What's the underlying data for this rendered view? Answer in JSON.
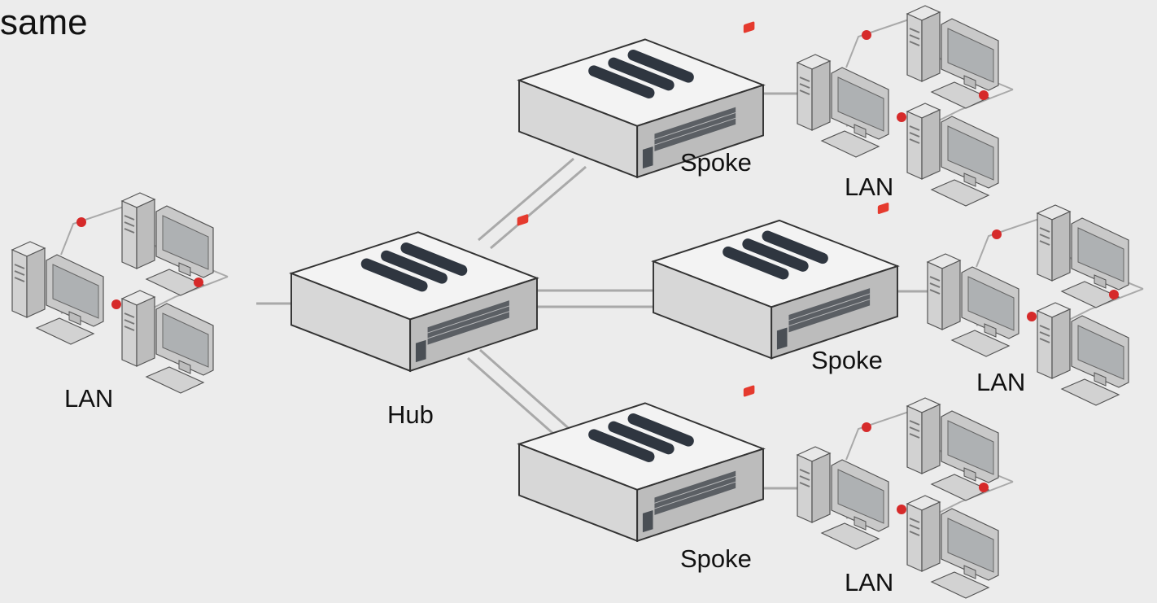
{
  "heading": "same",
  "colors": {
    "background": "#ececec",
    "device_top": "#f3f3f3",
    "device_front": "#d7d7d7",
    "device_side": "#bcbcbc",
    "device_stripe": "#2f3640",
    "port_grid": "#4a4f55",
    "logo_red": "#e53a2e",
    "link_gray": "#a9a9a9",
    "lan_dot": "#d62a2a",
    "pc_body": "#d2d2d2",
    "pc_screen": "#aeb1b3"
  },
  "nodes": {
    "hub": {
      "label": "Hub",
      "icon": "hub-firewall-icon"
    },
    "spokes": [
      {
        "label": "Spoke",
        "icon": "spoke-firewall-icon"
      },
      {
        "label": "Spoke",
        "icon": "spoke-firewall-icon"
      },
      {
        "label": "Spoke",
        "icon": "spoke-firewall-icon"
      }
    ],
    "lans": [
      {
        "label": "LAN",
        "icon": "lan-computers-icon"
      },
      {
        "label": "LAN",
        "icon": "lan-computers-icon"
      },
      {
        "label": "LAN",
        "icon": "lan-computers-icon"
      },
      {
        "label": "LAN",
        "icon": "lan-computers-icon"
      }
    ]
  }
}
